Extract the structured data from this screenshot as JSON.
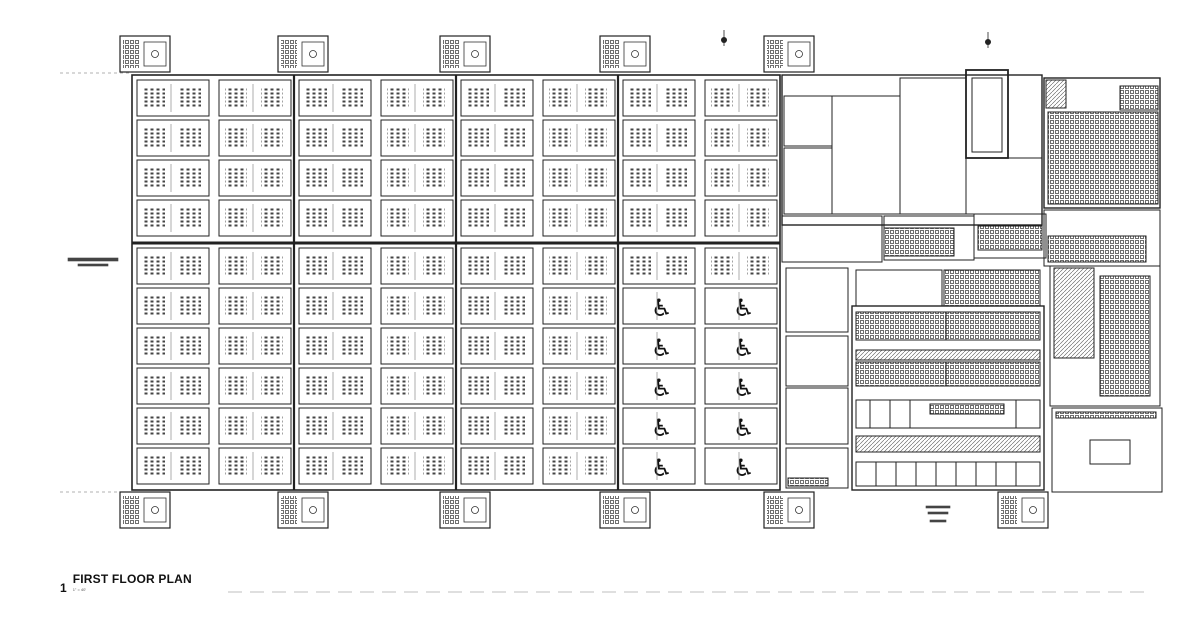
{
  "drawing": {
    "number": "1",
    "title": "FIRST FLOOR PLAN",
    "scale_text": "1\" = 40'"
  },
  "colors": {
    "line": "#222222",
    "light_line": "#777777",
    "background": "#ffffff"
  },
  "icons": {
    "accessible": "wheelchair-icon",
    "north": "north-arrow-icon"
  },
  "cell_block": {
    "unit_columns": 8,
    "unit_rows": 10,
    "accessible_columns": [
      6,
      7
    ],
    "accessible_rows": [
      5,
      6,
      7,
      8,
      9
    ]
  }
}
